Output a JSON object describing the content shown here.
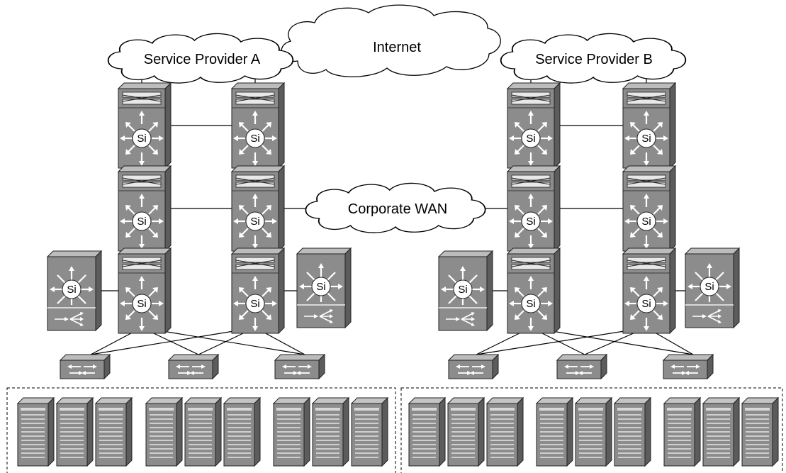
{
  "clouds": {
    "internet": "Internet",
    "provider_a": "Service Provider A",
    "provider_b": "Service Provider B",
    "corporate_wan": "Corporate WAN"
  },
  "switch_label": "Si",
  "colors": {
    "device_front": "#8a8a8a",
    "device_top": "#b9b9b9",
    "device_side": "#5e5e5e",
    "line": "#000000"
  }
}
